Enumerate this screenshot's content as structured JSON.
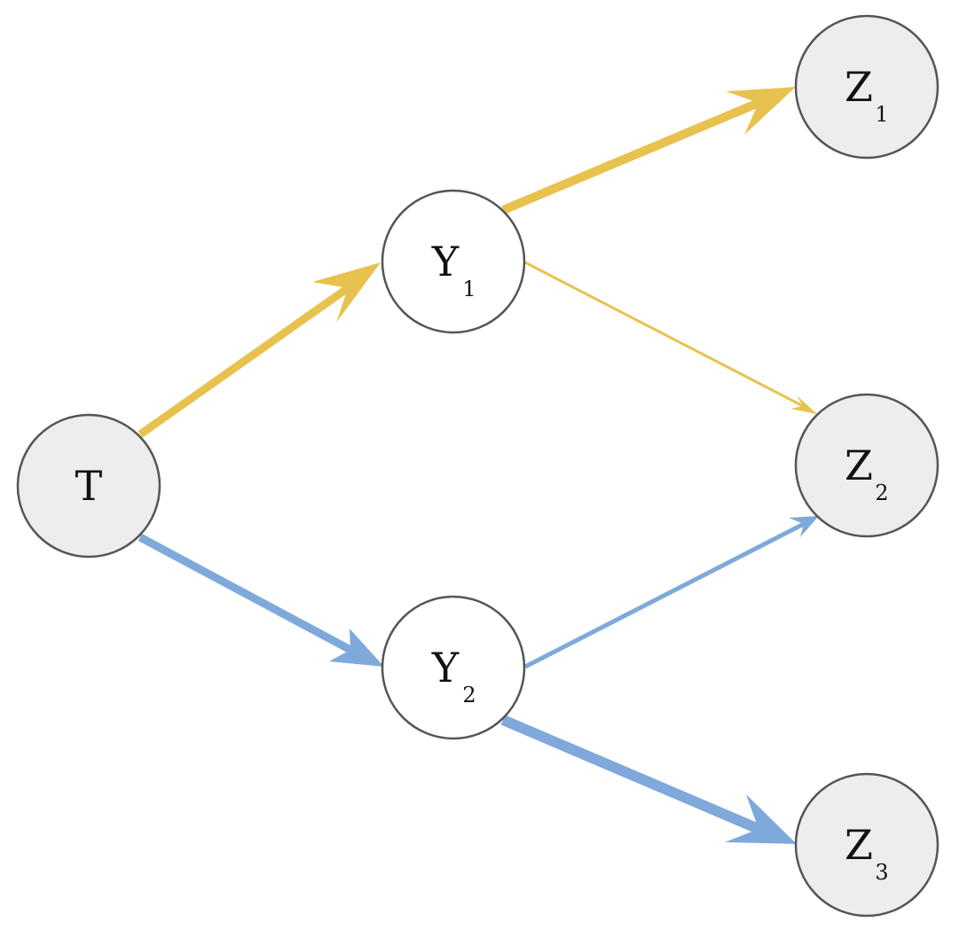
{
  "colors": {
    "yellow": "#E8C24E",
    "blue": "#7FA9DB",
    "node_grey": "#EDEDED",
    "node_white": "#FFFFFF",
    "node_stroke": "#555555"
  },
  "nodes": {
    "T": {
      "main": "T",
      "sub": "",
      "fill": "grey"
    },
    "Y1": {
      "main": "Y",
      "sub": "1",
      "fill": "white"
    },
    "Y2": {
      "main": "Y",
      "sub": "2",
      "fill": "white"
    },
    "Z1": {
      "main": "Z",
      "sub": "1",
      "fill": "grey"
    },
    "Z2": {
      "main": "Z",
      "sub": "2",
      "fill": "grey"
    },
    "Z3": {
      "main": "Z",
      "sub": "3",
      "fill": "grey"
    }
  },
  "edges": [
    {
      "from": "T",
      "to": "Y1",
      "color": "yellow",
      "weight": "heavy"
    },
    {
      "from": "T",
      "to": "Y2",
      "color": "blue",
      "weight": "heavy"
    },
    {
      "from": "Y1",
      "to": "Z1",
      "color": "yellow",
      "weight": "heavy"
    },
    {
      "from": "Y1",
      "to": "Z2",
      "color": "yellow",
      "weight": "light"
    },
    {
      "from": "Y2",
      "to": "Z2",
      "color": "blue",
      "weight": "light"
    },
    {
      "from": "Y2",
      "to": "Z3",
      "color": "blue",
      "weight": "heavy"
    }
  ]
}
